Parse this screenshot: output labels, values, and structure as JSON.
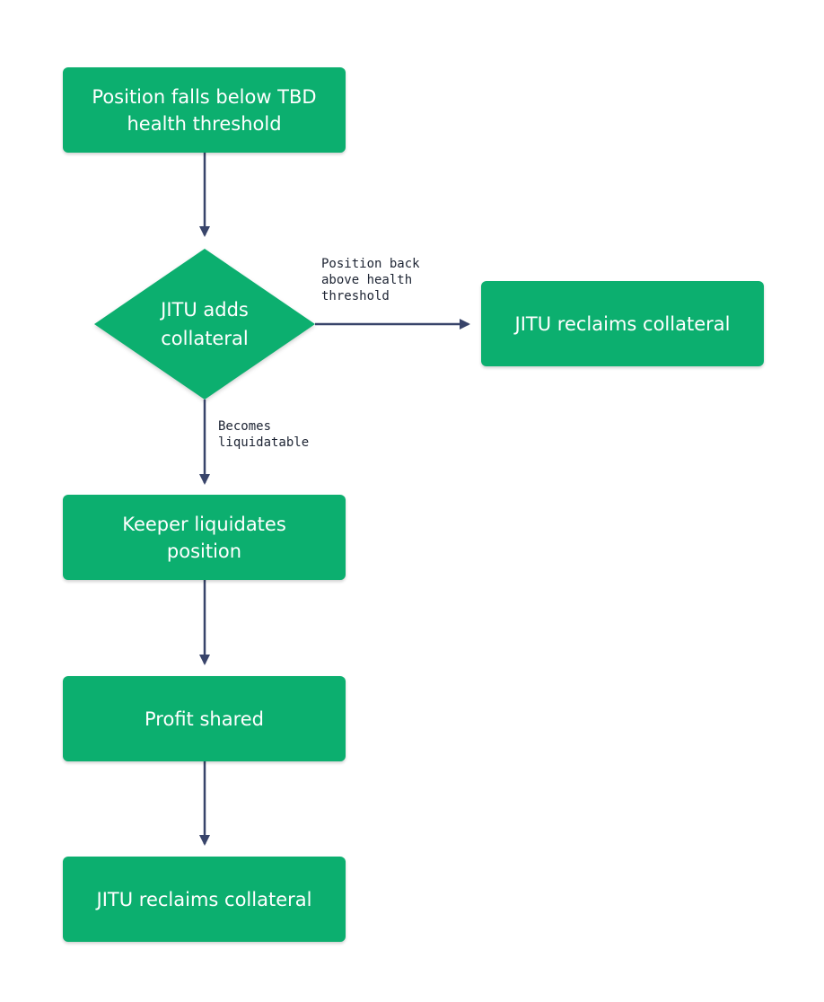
{
  "colors": {
    "node_fill": "#0caf6f",
    "node_text": "#ffffff",
    "arrow": "#38446a",
    "edge_label_text": "#1d2433"
  },
  "nodes": {
    "start": {
      "label": "Position falls below TBD\nhealth threshold"
    },
    "decision": {
      "label": "JITU adds\ncollateral"
    },
    "reclaim_right": {
      "label": "JITU reclaims collateral"
    },
    "keeper": {
      "label": "Keeper liquidates\nposition"
    },
    "profit": {
      "label": "Profit shared"
    },
    "reclaim_bottom": {
      "label": "JITU reclaims collateral"
    }
  },
  "edges": {
    "back_above": {
      "label": "Position back\nabove health\nthreshold"
    },
    "liquidatable": {
      "label": "Becomes\nliquidatable"
    }
  }
}
